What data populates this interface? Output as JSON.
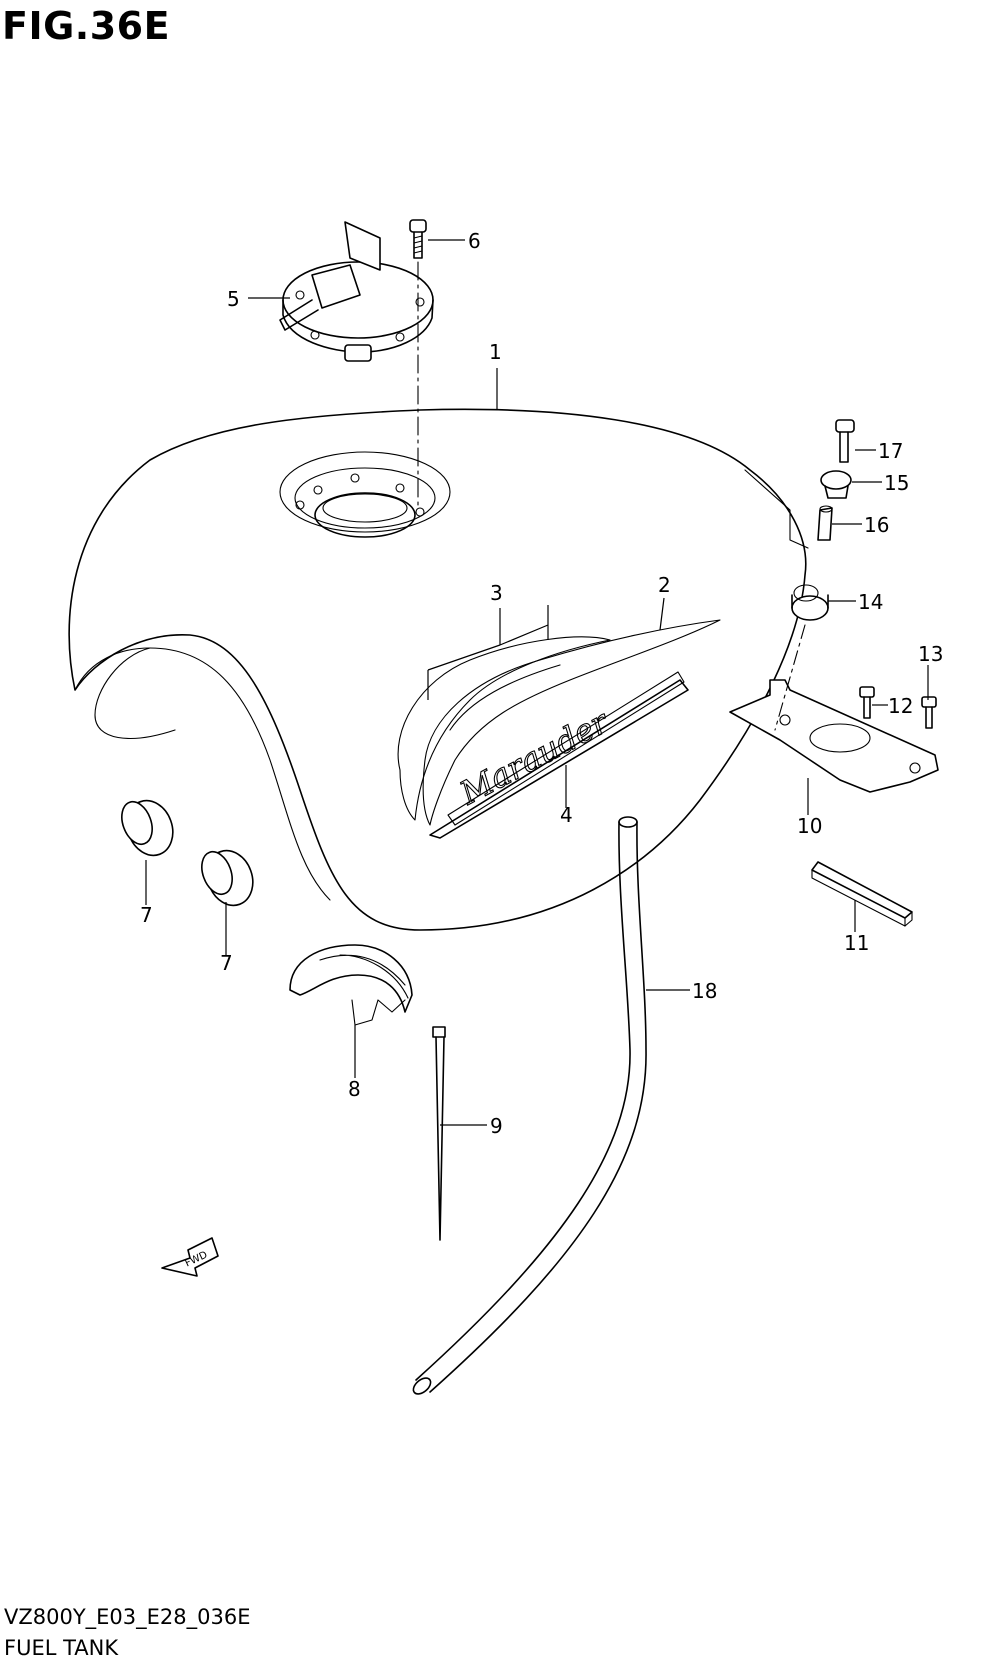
{
  "figure": {
    "title": "FIG.36E",
    "code": "VZ800Y_E03_E28_036E",
    "name": "FUEL TANK"
  },
  "emblem_text": "Marauder",
  "fwd_label": "FWD",
  "callouts": {
    "c1": "1",
    "c2": "2",
    "c3": "3",
    "c4": "4",
    "c5": "5",
    "c6": "6",
    "c7a": "7",
    "c7b": "7",
    "c8": "8",
    "c9": "9",
    "c10": "10",
    "c11": "11",
    "c12": "12",
    "c13": "13",
    "c14": "14",
    "c15": "15",
    "c16": "16",
    "c17": "17",
    "c18": "18"
  }
}
